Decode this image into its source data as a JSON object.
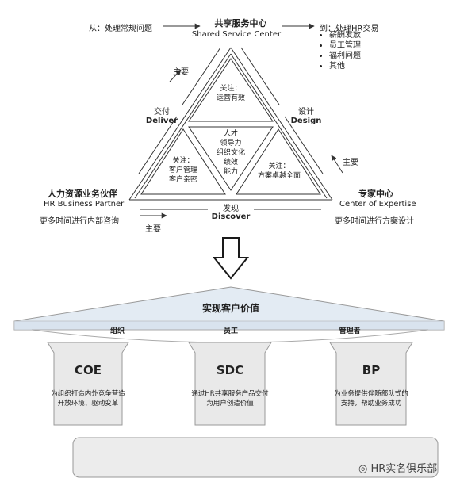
{
  "top_left": "从：处理常规问题",
  "ssc": {
    "cn": "共享服务中心",
    "en": "Shared Service Center"
  },
  "top_right": "到：处理HR交易",
  "ssc_items": [
    "薪酬发放",
    "员工管理",
    "福利问题",
    "其他"
  ],
  "primary_label_left": "主要",
  "deliver": {
    "cn": "交付",
    "en": "Deliver"
  },
  "design": {
    "cn": "设计",
    "en": "Design"
  },
  "top_focus": {
    "line1": "关注：",
    "line2": "运营有效"
  },
  "center_focus": [
    "人才",
    "领导力",
    "组织文化",
    "绩效",
    "能力"
  ],
  "left_focus": {
    "line1": "关注：",
    "line2": "客户管理",
    "line3": "客户亲密"
  },
  "right_focus": {
    "line1": "关注：",
    "line2": "方案卓越全面"
  },
  "primary_label_right": "主要",
  "hrbp": {
    "cn": "人力资源业务伙伴",
    "en": "HR Business Partner"
  },
  "discover": {
    "cn": "发现",
    "en": "Discover"
  },
  "coe": {
    "cn": "专家中心",
    "en": "Center of Expertise"
  },
  "hrbp_note": "更多时间进行内部咨询",
  "coe_note": "更多时间进行方案设计",
  "primary_label_bottom": "主要",
  "roof_title": "实现客户价值",
  "roof_labels": [
    "组织",
    "员工",
    "管理者"
  ],
  "pillars": [
    {
      "title": "COE",
      "desc": "为组织打造内外竞争营造开放环境、驱动变革"
    },
    {
      "title": "SDC",
      "desc": "通过HR共享服务产品交付为用户创造价值"
    },
    {
      "title": "BP",
      "desc": "为业务提供伴随部队式的支持，帮助业务成功"
    }
  ],
  "watermark": "HR实名俱乐部",
  "colors": {
    "line": "#333333",
    "roof": "#e3ebf3",
    "pillar": "#e9e9e9",
    "arrow": "#1a1a1a"
  }
}
